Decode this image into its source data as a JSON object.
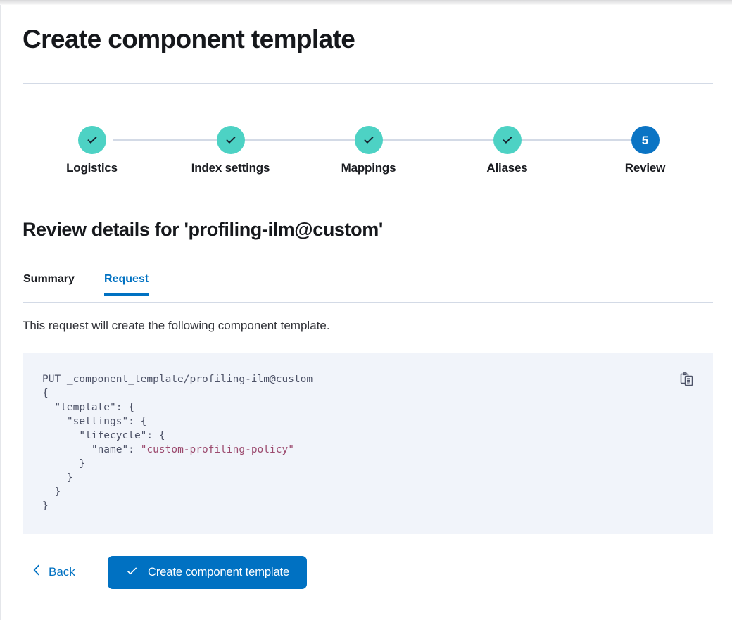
{
  "page": {
    "title": "Create component template"
  },
  "stepper": {
    "steps": [
      {
        "label": "Logistics",
        "state": "complete",
        "number": "1",
        "icon": "check-icon"
      },
      {
        "label": "Index settings",
        "state": "complete",
        "number": "2",
        "icon": "check-icon"
      },
      {
        "label": "Mappings",
        "state": "complete",
        "number": "3",
        "icon": "check-icon"
      },
      {
        "label": "Aliases",
        "state": "complete",
        "number": "4",
        "icon": "check-icon"
      },
      {
        "label": "Review",
        "state": "current",
        "number": "5",
        "icon": ""
      }
    ]
  },
  "review": {
    "heading": "Review details for 'profiling-ilm@custom'",
    "tabs": [
      {
        "label": "Summary",
        "active": false
      },
      {
        "label": "Request",
        "active": true
      }
    ],
    "description": "This request will create the following component template.",
    "request": {
      "method_line": "PUT _component_template/profiling-ilm@custom",
      "body_before_value": "{\n  \"template\": {\n    \"settings\": {\n      \"lifecycle\": {\n        \"name\": ",
      "body_value": "\"custom-profiling-policy\"",
      "body_after_value": "\n      }\n    }\n  }\n}",
      "copy_icon": "copy-clipboard-icon"
    }
  },
  "footer": {
    "back_label": "Back",
    "back_icon": "chevron-left-icon",
    "submit_label": "Create component template",
    "submit_icon": "check-icon"
  },
  "colors": {
    "accent_blue": "#0071c2",
    "step_complete_teal": "#4dd2c4",
    "step_current_blue": "#0b74c4",
    "connector_grey": "#d3dae6",
    "code_background": "#f1f4fa",
    "code_text": "#4d5267",
    "code_string": "#9c4a6e",
    "rule_grey": "#d3dae6"
  }
}
